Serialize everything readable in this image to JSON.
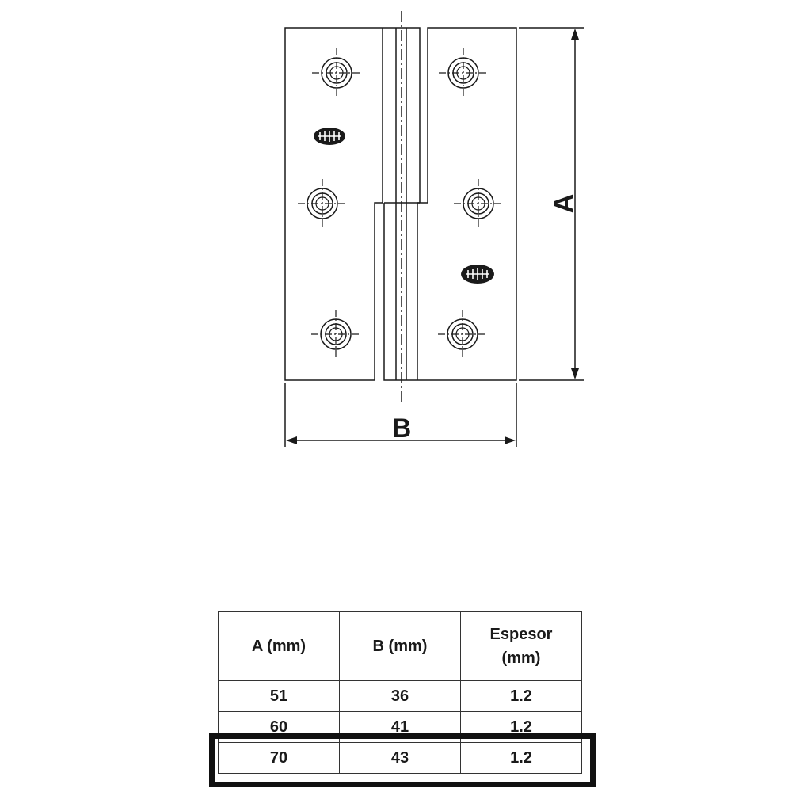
{
  "diagram": {
    "dimension_a_label": "A",
    "dimension_b_label": "B",
    "line_color": "#1a1a1a"
  },
  "table": {
    "headers": [
      "A (mm)",
      "B (mm)",
      "Espesor\n(mm)"
    ],
    "rows": [
      [
        "51",
        "36",
        "1.2"
      ],
      [
        "60",
        "41",
        "1.2"
      ],
      [
        "70",
        "43",
        "1.2"
      ]
    ],
    "highlighted_row_index": 2
  }
}
